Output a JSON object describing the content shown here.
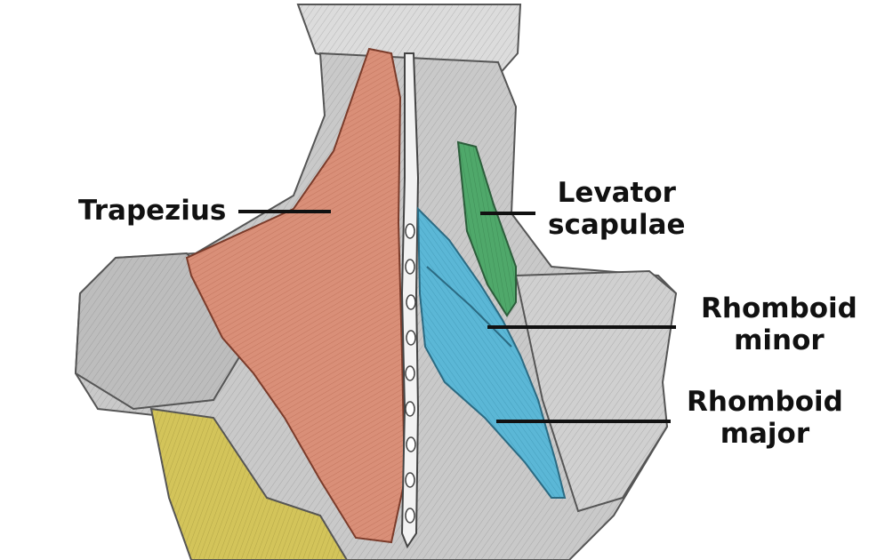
{
  "labels": {
    "trapezius": "Trapezius",
    "levator_scapulae": [
      "Levator",
      "scapulae"
    ],
    "rhomboid_minor": [
      "Rhomboid",
      "minor"
    ],
    "rhomboid_major": [
      "Rhomboid",
      "major"
    ]
  },
  "colors": {
    "trapezius": "#d98f78",
    "levator_scapulae": "#4fa86a",
    "rhomboid": "#5bb7d6",
    "latissimus": "#d3c45a",
    "bone_and_muscle_background": "#c9c9c9",
    "label_text": "#111111"
  }
}
